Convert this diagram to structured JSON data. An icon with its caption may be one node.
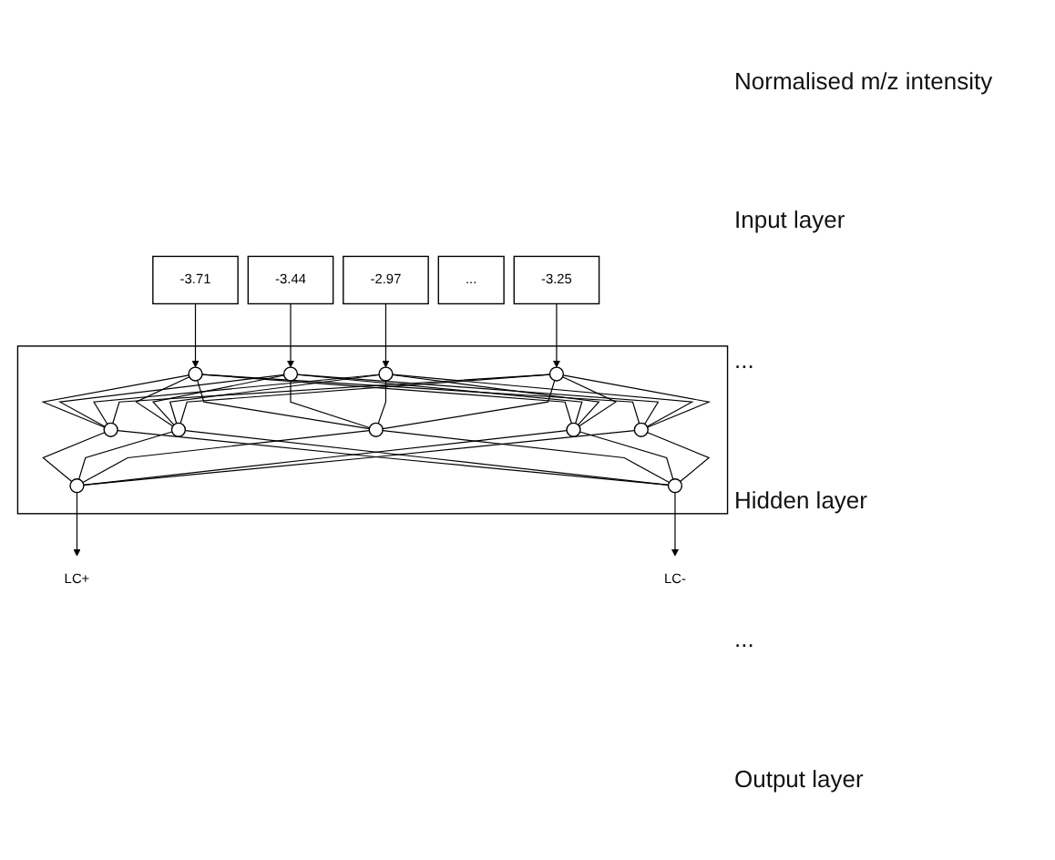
{
  "diagram": {
    "nodes": [
      {
        "text": [
          "-3.71"
        ]
      },
      {
        "text": [
          "-3.44"
        ]
      },
      {
        "text": [
          "-2.97"
        ]
      },
      {
        "text": [
          "..."
        ]
      },
      {
        "text": [
          "-3.25"
        ]
      },
      {
        "text": [],
        "shape": "box"
      },
      {
        "text": [],
        "shape": "circle",
        "in": 5
      },
      {
        "text": [],
        "shape": "circle",
        "in": 5
      },
      {
        "text": [],
        "shape": "circle",
        "in": 5
      },
      {
        "text": [],
        "shape": "circle",
        "in": 5
      },
      {
        "text": [],
        "shape": "circle",
        "in": 5
      },
      {
        "text": [],
        "shape": "circle",
        "in": 5
      },
      {
        "text": [],
        "shape": "circle",
        "in": 5
      },
      {
        "text": [],
        "shape": "circle",
        "in": 5
      },
      {
        "text": [],
        "shape": "circle",
        "in": 5
      },
      {
        "text": [],
        "shape": "circle",
        "in": 5
      },
      {
        "text": [],
        "shape": "circle",
        "in": 5
      },
      {
        "text": [
          "LC+"
        ]
      },
      {
        "text": [
          "LC-"
        ]
      }
    ],
    "edges": [
      {
        "from": 0,
        "to": 6,
        "arrow": "to"
      },
      {
        "from": 1,
        "to": 7,
        "arrow": "to"
      },
      {
        "from": 2,
        "to": 8,
        "arrow": "to"
      },
      {
        "from": 4,
        "to": 9,
        "arrow": "to"
      },
      {
        "from": 6,
        "to": 10,
        "arrow": "none"
      },
      {
        "from": 6,
        "to": 11,
        "arrow": "none"
      },
      {
        "from": 6,
        "to": 12,
        "arrow": "none"
      },
      {
        "from": 6,
        "to": 13,
        "arrow": "none"
      },
      {
        "from": 6,
        "to": 14,
        "arrow": "none"
      },
      {
        "from": 7,
        "to": 10,
        "arrow": "none"
      },
      {
        "from": 7,
        "to": 11,
        "arrow": "none"
      },
      {
        "from": 7,
        "to": 12,
        "arrow": "none"
      },
      {
        "from": 7,
        "to": 13,
        "arrow": "none"
      },
      {
        "from": 7,
        "to": 14,
        "arrow": "none"
      },
      {
        "from": 8,
        "to": 10,
        "arrow": "none"
      },
      {
        "from": 8,
        "to": 11,
        "arrow": "none"
      },
      {
        "from": 8,
        "to": 12,
        "arrow": "none"
      },
      {
        "from": 8,
        "to": 13,
        "arrow": "none"
      },
      {
        "from": 8,
        "to": 14,
        "arrow": "none"
      },
      {
        "from": 9,
        "to": 10,
        "arrow": "none"
      },
      {
        "from": 9,
        "to": 11,
        "arrow": "none"
      },
      {
        "from": 9,
        "to": 12,
        "arrow": "none"
      },
      {
        "from": 9,
        "to": 13,
        "arrow": "none"
      },
      {
        "from": 9,
        "to": 14,
        "arrow": "none"
      },
      {
        "from": 10,
        "to": 15,
        "arrow": "none"
      },
      {
        "from": 10,
        "to": 16,
        "arrow": "none"
      },
      {
        "from": 11,
        "to": 15,
        "arrow": "none"
      },
      {
        "from": 11,
        "to": 16,
        "arrow": "none"
      },
      {
        "from": 12,
        "to": 15,
        "arrow": "none"
      },
      {
        "from": 12,
        "to": 16,
        "arrow": "none"
      },
      {
        "from": 13,
        "to": 15,
        "arrow": "none"
      },
      {
        "from": 13,
        "to": 16,
        "arrow": "none"
      },
      {
        "from": 14,
        "to": 15,
        "arrow": "none"
      },
      {
        "from": 14,
        "to": 16,
        "arrow": "none"
      },
      {
        "from": 15,
        "to": 17,
        "arrow": "to"
      },
      {
        "from": 16,
        "to": 18,
        "arrow": "to"
      }
    ],
    "labels": [
      "Normalised m/z intensity",
      "Input layer",
      "...",
      "Hidden layer",
      "...",
      "Output layer"
    ]
  }
}
